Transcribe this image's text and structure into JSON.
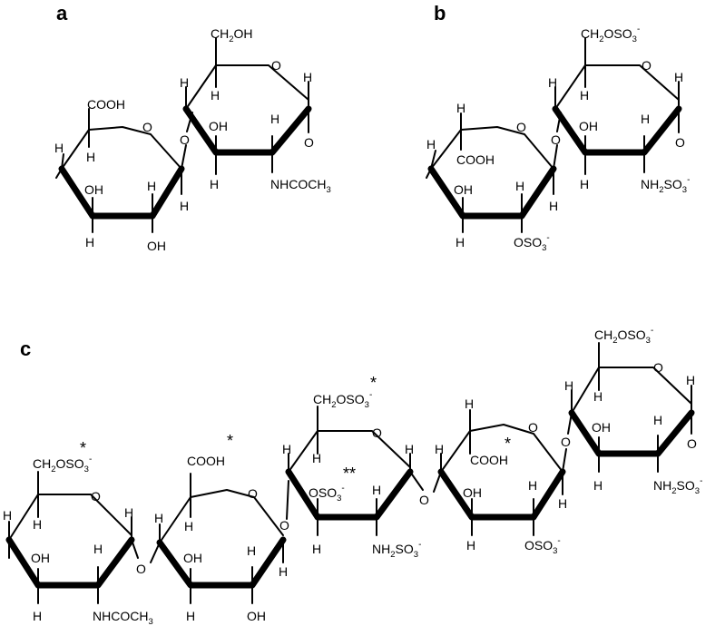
{
  "panels": {
    "a": "a",
    "b": "b",
    "c": "c"
  },
  "labels": {
    "h": "H",
    "o": "O",
    "oh": "OH",
    "cooh": "COOH",
    "ch2oh": "CH2OH",
    "ch2oso3": "CH2OSO3-",
    "nhcoch3": "NHCOCH3",
    "nh2so3": "NH2SO3-",
    "oso3": "OSO3-",
    "star": "*",
    "dstar": "**"
  }
}
